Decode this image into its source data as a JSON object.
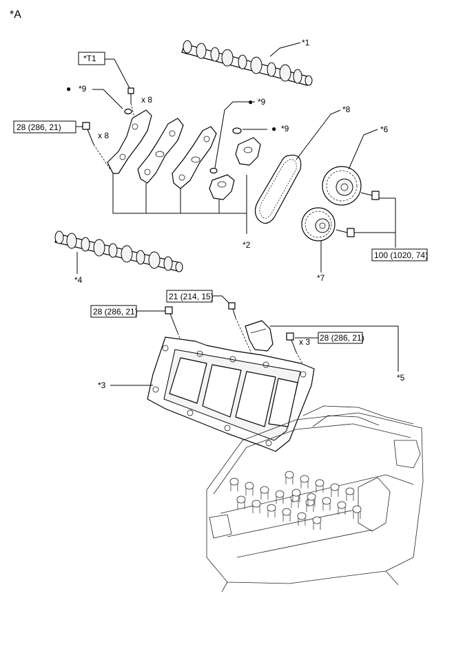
{
  "figure_label": "*A",
  "callouts": {
    "c1": "*1",
    "c2": "*2",
    "c3": "*3",
    "c4": "*4",
    "c5": "*5",
    "c6": "*6",
    "c7": "*7",
    "c8": "*8",
    "c9a": "*9",
    "c9b": "*9",
    "c9c": "*9",
    "t1": "*T1"
  },
  "bullets": {
    "b1": "●",
    "b2": "●",
    "b3": "●"
  },
  "quantities": {
    "q1": "x 8",
    "q2": "x 8",
    "q3": "x 3"
  },
  "torque": {
    "t_28_left": "28 (286, 21)",
    "t_100": "100 (1020, 74)",
    "t_21": "21 (214, 15)",
    "t_28_mid": "28 (286, 21)",
    "t_28_right": "28 (286, 21)"
  }
}
